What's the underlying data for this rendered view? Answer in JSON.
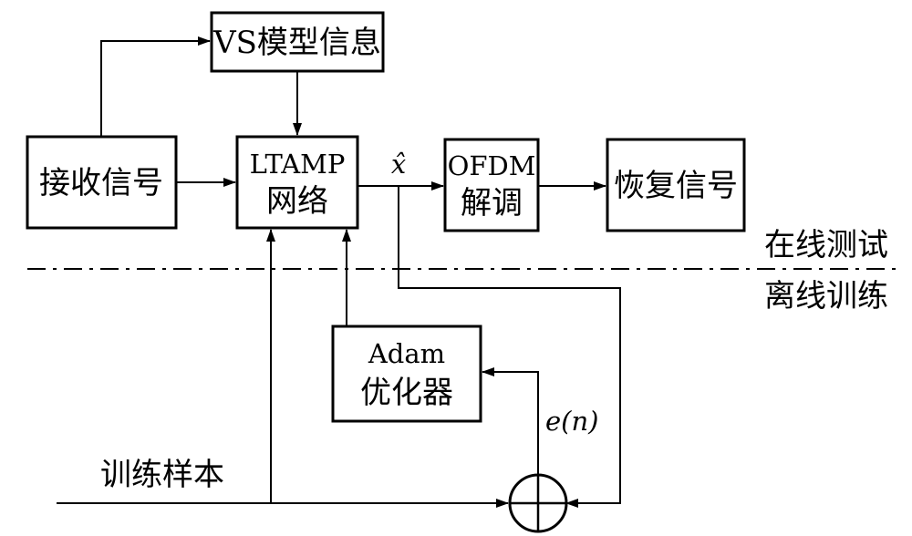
{
  "blocks": {
    "vs_model": "VS模型信息",
    "receive": "接收信号",
    "ltamp_line1": "LTAMP",
    "ltamp_line2": "网络",
    "ofdm_line1": "OFDM",
    "ofdm_line2": "解调",
    "recover": "恢复信号",
    "adam_line1": "Adam",
    "adam_line2": "优化器"
  },
  "labels": {
    "estimate": "x̂",
    "online": "在线测试",
    "offline": "离线训练",
    "samples": "训练样本",
    "error": "e(n)"
  },
  "colors": {
    "line": "#000000",
    "background": "#ffffff"
  }
}
